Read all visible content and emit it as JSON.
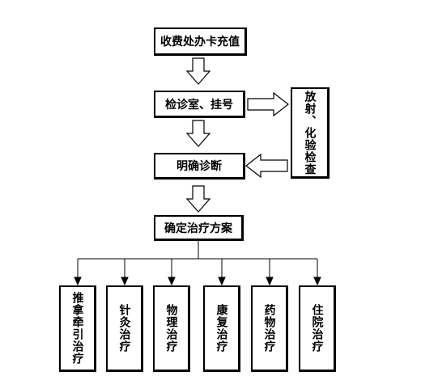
{
  "flow": {
    "step1": "收费处办卡充值",
    "step2": "检诊室、挂号",
    "side": "放射、化验检查",
    "step3": "明确诊断",
    "step4": "确定治疗方案",
    "treatments": [
      "推拿牵引治疗",
      "针灸治疗",
      "物理治疗",
      "康复治疗",
      "药物治疗",
      "住院治疗"
    ]
  }
}
